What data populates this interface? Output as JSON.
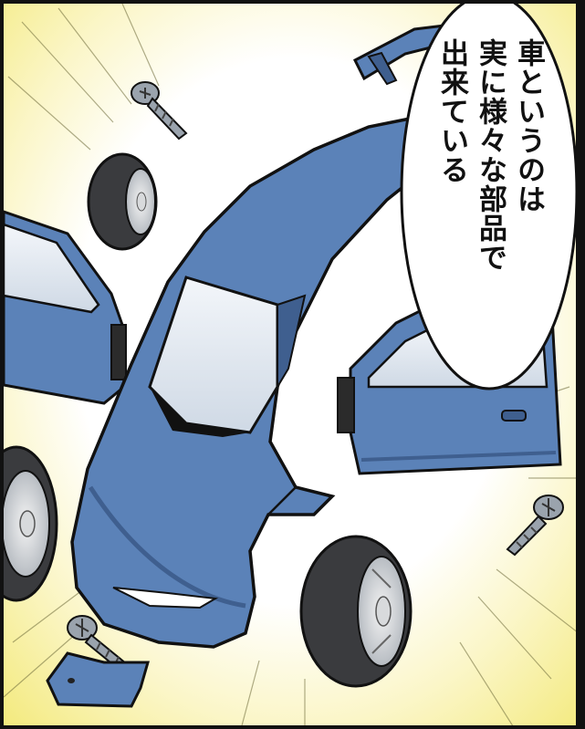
{
  "speech_balloon": {
    "lines": [
      "車というのは",
      "実に様々な部品で",
      "出来ている"
    ]
  },
  "colors": {
    "car_body": "#5b82b8",
    "car_shadow": "#3f5f8f",
    "background_burst": "#f6ee8c",
    "tire": "#3a3b3e",
    "screw": "#9aa3ad"
  }
}
